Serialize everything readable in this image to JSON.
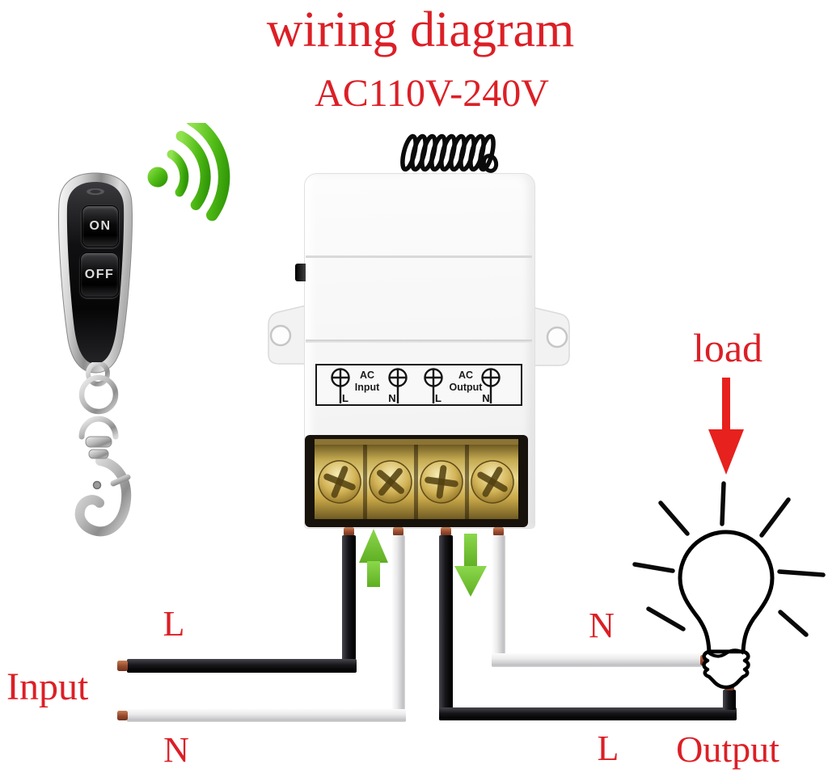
{
  "title": "wiring diagram",
  "subtitle": "AC110V-240V",
  "remote": {
    "on": "ON",
    "off": "OFF"
  },
  "panel": {
    "input": {
      "line1": "AC",
      "line2": "Input",
      "l": "L",
      "n": "N"
    },
    "output": {
      "line1": "AC",
      "line2": "Output",
      "l": "L",
      "n": "N"
    }
  },
  "labels": {
    "load": "load",
    "input": "Input",
    "input_l": "L",
    "input_n": "N",
    "output": "Output",
    "output_l": "L",
    "output_n": "N"
  },
  "icons": {
    "signal": "wireless-signal-icon",
    "antenna": "spring-antenna-icon",
    "bulb": "light-bulb-icon",
    "load_arrow": "red-down-arrow-icon",
    "input_flow": "green-up-arrow-icon",
    "output_flow": "green-down-arrow-icon",
    "keychain": "keychain-clasp-icon",
    "terminal_screws": "screw-terminal-icon"
  },
  "colors": {
    "accent_red": "#dc1f26",
    "signal_green": "#52bd17",
    "flow_arrow_green": "#6fc436",
    "brass": "#d9c06a",
    "wire_black": "#17171b",
    "wire_white": "#ececec",
    "copper": "#a45a3a",
    "remote_face": "#141416"
  }
}
